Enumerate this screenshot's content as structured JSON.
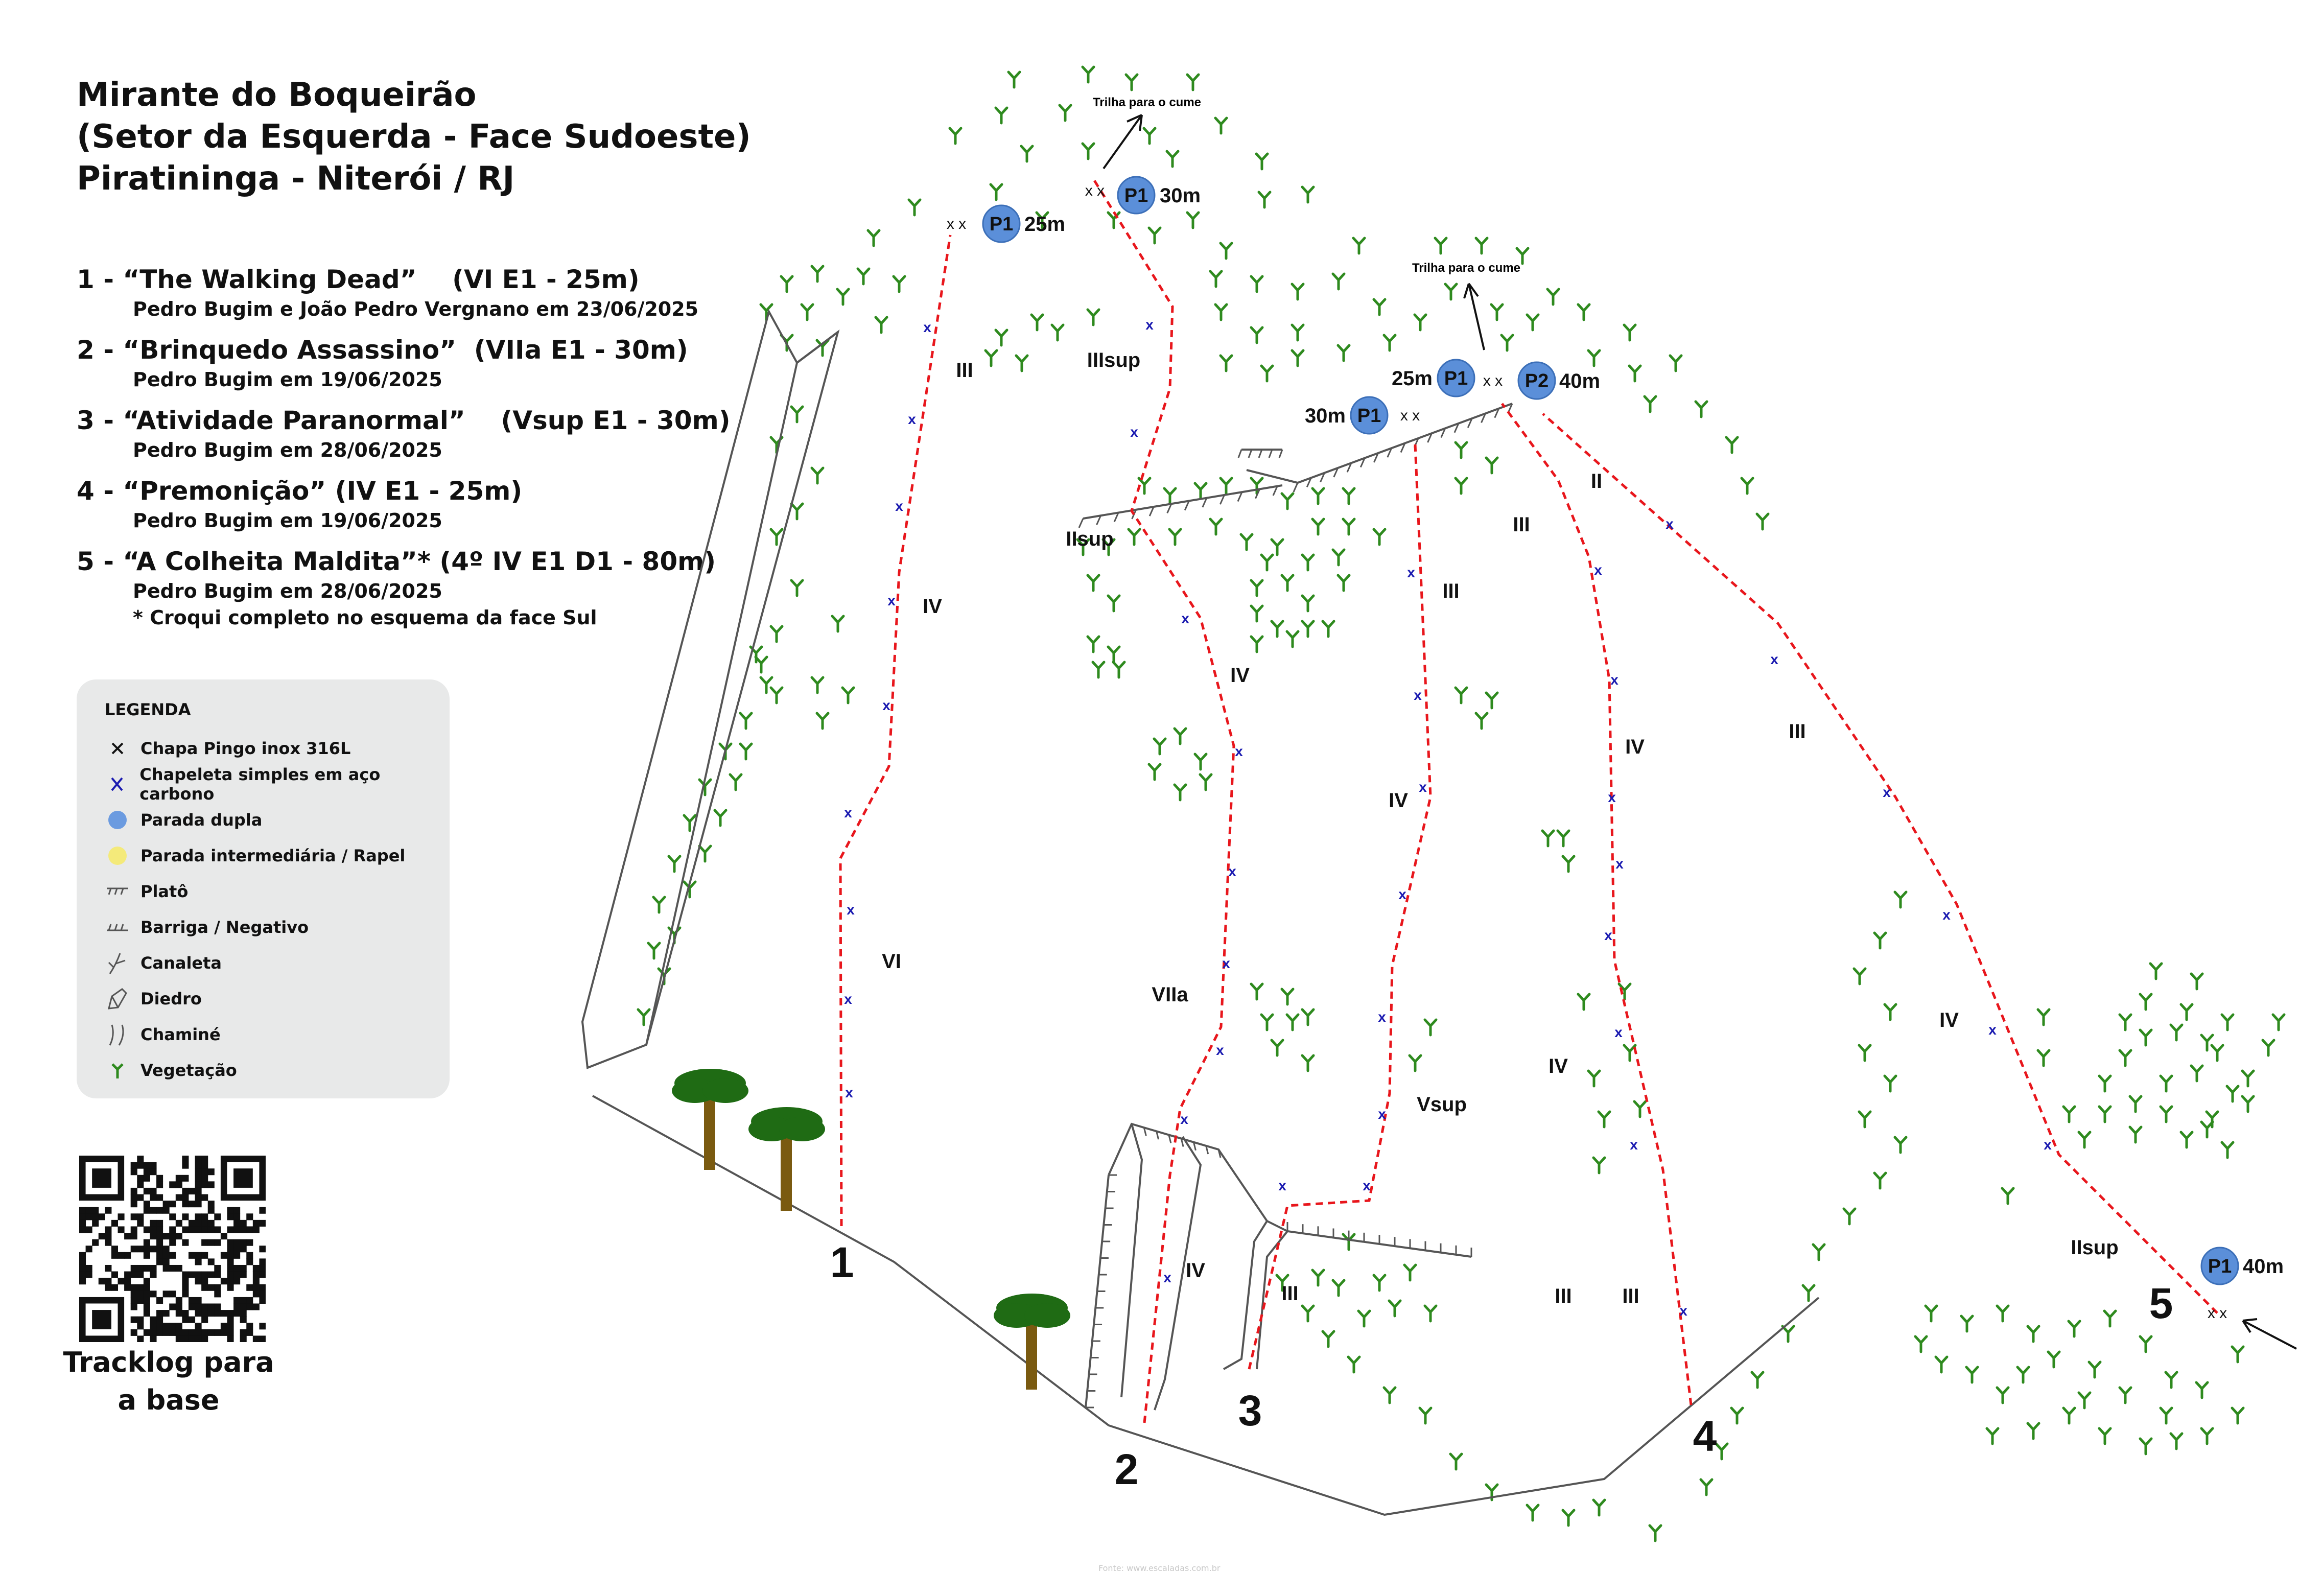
{
  "header": {
    "lines": [
      "Mirante do Boqueirão",
      "(Setor da Esquerda - Face Sudoeste)",
      "Piratininga - Niterói / RJ"
    ]
  },
  "routes": [
    {
      "name": "1 - “The Walking Dead”    (VI E1 - 25m)",
      "meta": [
        "Pedro Bugim e João Pedro Vergnano em 23/06/2025"
      ]
    },
    {
      "name": "2 - “Brinquedo Assassino”  (VIIa E1 - 30m)",
      "meta": [
        "Pedro Bugim em 19/06/2025"
      ]
    },
    {
      "name": "3 - “Atividade Paranormal”    (Vsup E1 - 30m)",
      "meta": [
        "Pedro Bugim em 28/06/2025"
      ]
    },
    {
      "name": "4 - “Premonição” (IV E1 - 25m)",
      "meta": [
        "Pedro Bugim em 19/06/2025"
      ]
    },
    {
      "name": "5 - “A Colheita Maldita”* (4º IV E1 D1 - 80m)",
      "meta": [
        "Pedro Bugim em 28/06/2025",
        "* Croqui completo no esquema da face Sul"
      ]
    }
  ],
  "legend": {
    "title": "LEGENDA",
    "items": [
      {
        "icon": "x-black-icon",
        "label": "Chapa Pingo inox 316L"
      },
      {
        "icon": "x-blue-icon",
        "label": "Chapeleta simples em aço carbono"
      },
      {
        "icon": "blue-circle-icon",
        "label": "Parada dupla"
      },
      {
        "icon": "yellow-circle-icon",
        "label": "Parada intermediária / Rapel"
      },
      {
        "icon": "plateau-icon",
        "label": "Platô"
      },
      {
        "icon": "overhang-icon",
        "label": "Barriga / Negativo"
      },
      {
        "icon": "groove-icon",
        "label": "Canaleta"
      },
      {
        "icon": "dihedral-icon",
        "label": "Diedro"
      },
      {
        "icon": "chimney-icon",
        "label": "Chaminé"
      },
      {
        "icon": "vegetation-icon",
        "label": "Vegetação"
      }
    ]
  },
  "qr": {
    "caption_line1": "Tracklog para",
    "caption_line2": "a base"
  },
  "credit": "Fonte: www.escaladas.com.br",
  "topo": {
    "route_numbers": [
      "1",
      "2",
      "3",
      "4",
      "5"
    ],
    "grades": [
      "III",
      "IIIsup",
      "IV",
      "VI",
      "IIsup",
      "IV",
      "VIIa",
      "IV",
      "III",
      "III",
      "IV",
      "Vsup",
      "III",
      "II",
      "IV",
      "IV",
      "III",
      "III",
      "IV",
      "IIsup",
      "III"
    ],
    "anchors": [
      {
        "label": "P1",
        "length": "25m"
      },
      {
        "label": "P1",
        "length": "30m"
      },
      {
        "label": "P1",
        "length": "25m"
      },
      {
        "label": "P1",
        "length": "30m"
      },
      {
        "label": "P2",
        "length": "40m"
      },
      {
        "label": "P1",
        "length": "40m"
      }
    ],
    "trail_labels": [
      "Trilha para o cume",
      "Trilha para o cume"
    ]
  },
  "colors": {
    "route": "#e8161c",
    "bolt": "#1a1ab0",
    "anchor": "#5b8fd9",
    "vegetation": "#2e8a1e",
    "rock": "#555555",
    "legend_bg": "#e8e9e9"
  }
}
